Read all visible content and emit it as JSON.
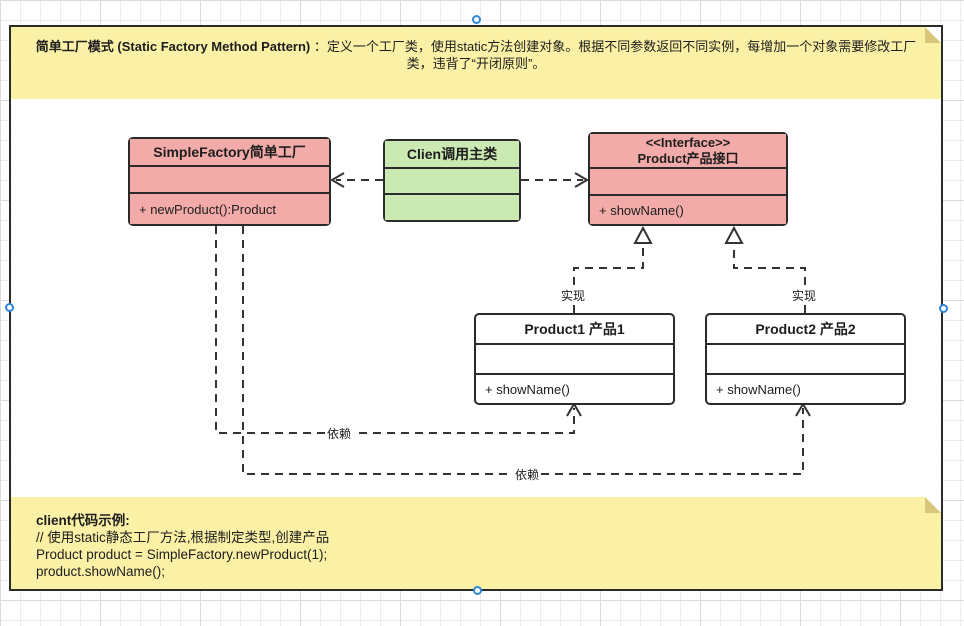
{
  "note_top": {
    "heading_bold": "简单工厂模式 (Static Factory Method Pattern) ",
    "text_line1": "：定义一个工厂类，使用static方法创建对象。根据不同参数返回不同实例，每增加一个对象需要修改工厂",
    "text_line2": "类，违背了“开闭原则”。"
  },
  "classes": {
    "factory": {
      "title": "SimpleFactory简单工厂",
      "method": "+ newProduct():Product"
    },
    "client": {
      "title": "Clien调用主类"
    },
    "interface": {
      "stereotype": "<<Interface>>",
      "title": "Product产品接口",
      "method": "+ showName()"
    },
    "product1": {
      "title": "Product1 产品1",
      "method": "+ showName()"
    },
    "product2": {
      "title": "Product2 产品2",
      "method": "+ showName()"
    }
  },
  "edges": {
    "realize1_label": "实现",
    "realize2_label": "实现",
    "depend1_label": "依赖",
    "depend2_label": "依赖"
  },
  "note_bottom": {
    "heading": "client代码示例:",
    "lines": [
      "// 使用static静态工厂方法,根据制定类型,创建产品",
      "Product product = SimpleFactory.newProduct(1);",
      "product.showName();"
    ]
  },
  "colors": {
    "note_bg": "#FBF1A6",
    "note_fold": "#D9C67B",
    "class_pink": "#F2ABA8",
    "class_green": "#CBE9B3",
    "stroke": "#2B2B2B",
    "handle_blue": "#2E86DE"
  }
}
